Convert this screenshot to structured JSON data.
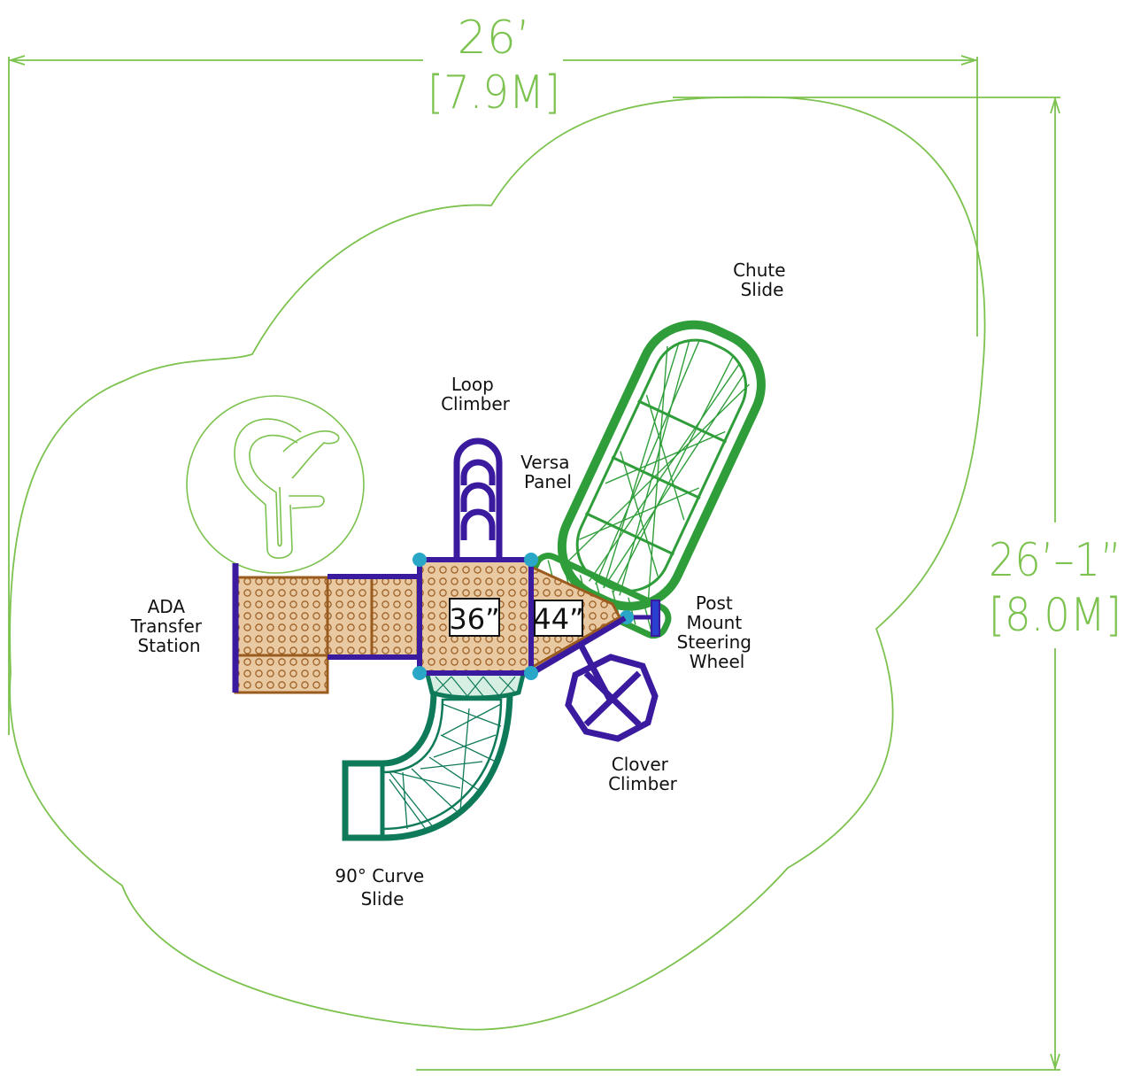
{
  "dimensions": {
    "width": {
      "feet": "26’",
      "meters": "[7.9M]"
    },
    "depth": {
      "feet": "26’–1”",
      "meters": "[8.0M]"
    }
  },
  "deck_heights": [
    "36”",
    "44”"
  ],
  "components": [
    {
      "key": "chute",
      "lines": [
        "Chute",
        "Slide"
      ]
    },
    {
      "key": "loop",
      "lines": [
        "Loop",
        "Climber"
      ]
    },
    {
      "key": "versa",
      "lines": [
        "Versa",
        "Panel"
      ]
    },
    {
      "key": "ada",
      "lines": [
        "ADA",
        "Transfer",
        "Station"
      ]
    },
    {
      "key": "steering",
      "lines": [
        "Post",
        "Mount",
        "Steering",
        "Wheel"
      ]
    },
    {
      "key": "clover",
      "lines": [
        "Clover",
        "Climber"
      ]
    },
    {
      "key": "curve",
      "lines": [
        "90° Curve",
        "Slide"
      ]
    }
  ],
  "colors": {
    "boundary": "#7cc24e",
    "deck_fill": "#e9c9a2",
    "deck_frame": "#9a5b1e",
    "purple": "#3a1a9e",
    "post_cap": "#2aa7c7",
    "chute_slide": "#2f9e3a",
    "curve_slide": "#0f7a5a",
    "logo": "#7cc24e"
  },
  "logo": "cf-logo-icon"
}
